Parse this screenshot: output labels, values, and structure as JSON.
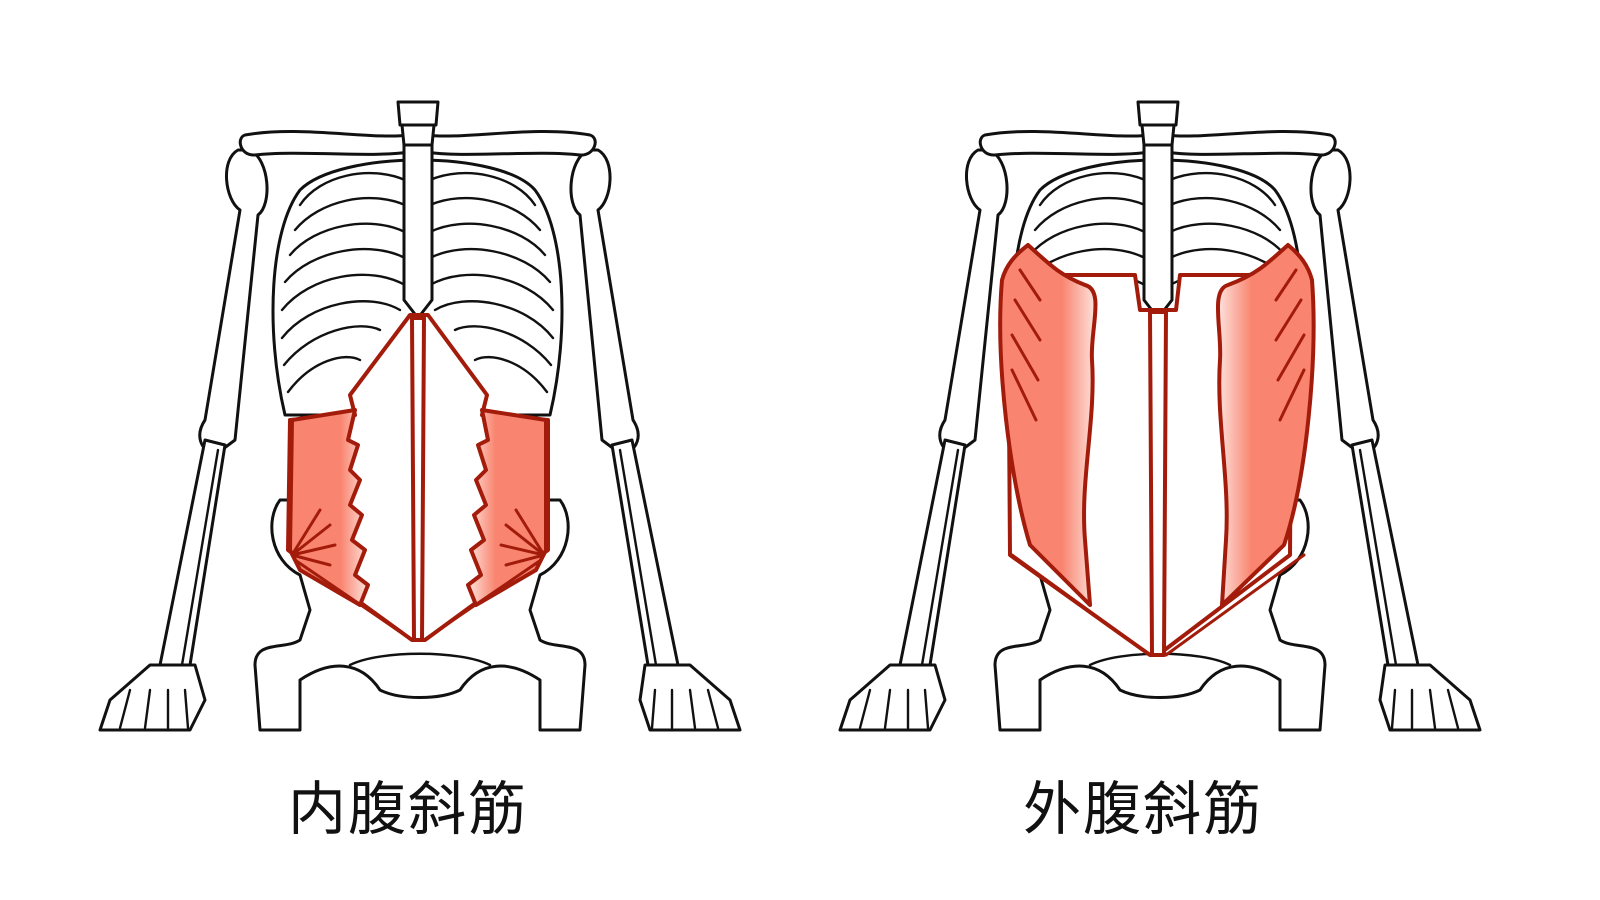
{
  "figures": [
    {
      "id": "internal-oblique",
      "label": "内腹斜筋",
      "highlight_color": "#f98570",
      "outline_color": "#a31c0b"
    },
    {
      "id": "external-oblique",
      "label": "外腹斜筋",
      "highlight_color": "#f98570",
      "outline_color": "#a31c0b"
    }
  ],
  "colors": {
    "background": "#ffffff",
    "bone_stroke": "#111111",
    "muscle_fill": "#f98570",
    "muscle_outline": "#a31c0b"
  }
}
